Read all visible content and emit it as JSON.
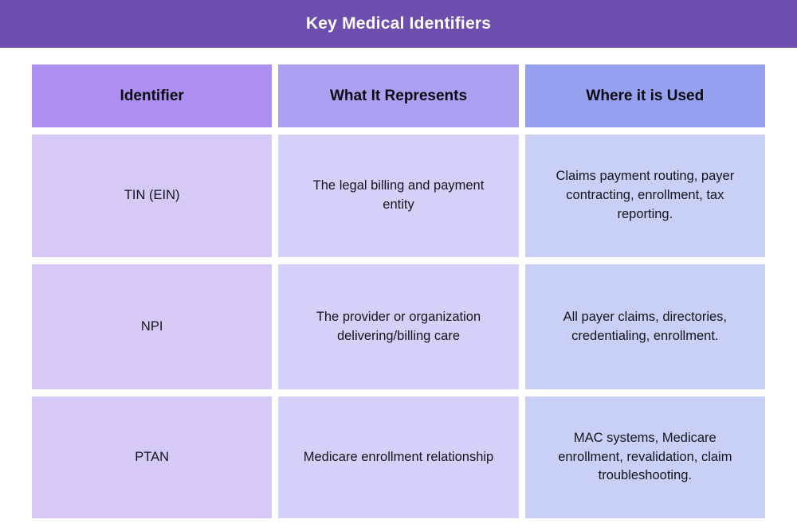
{
  "banner": {
    "title": "Key Medical Identifiers",
    "bg_color": "#6d4dae",
    "text_color": "#ffffff"
  },
  "table": {
    "columns": [
      {
        "label": "Identifier",
        "header_bg": "#ad8ff2",
        "cell_bg": "#d6c9f5"
      },
      {
        "label": "What It Represents",
        "header_bg": "#aba0f2",
        "cell_bg": "#d5d0f7"
      },
      {
        "label": "Where it is Used",
        "header_bg": "#95a0ef",
        "cell_bg": "#c9d0f5"
      }
    ],
    "rows": [
      {
        "identifier": "TIN (EIN)",
        "represents": "The legal billing and payment entity",
        "used": "Claims payment routing, payer contracting, enrollment, tax reporting."
      },
      {
        "identifier": "NPI",
        "represents": "The provider or organization delivering/billing care",
        "used": "All payer claims, directories, credentialing, enrollment."
      },
      {
        "identifier": "PTAN",
        "represents": "Medicare enrollment relationship",
        "used": "MAC systems, Medicare enrollment, revalidation, claim troubleshooting."
      }
    ]
  }
}
